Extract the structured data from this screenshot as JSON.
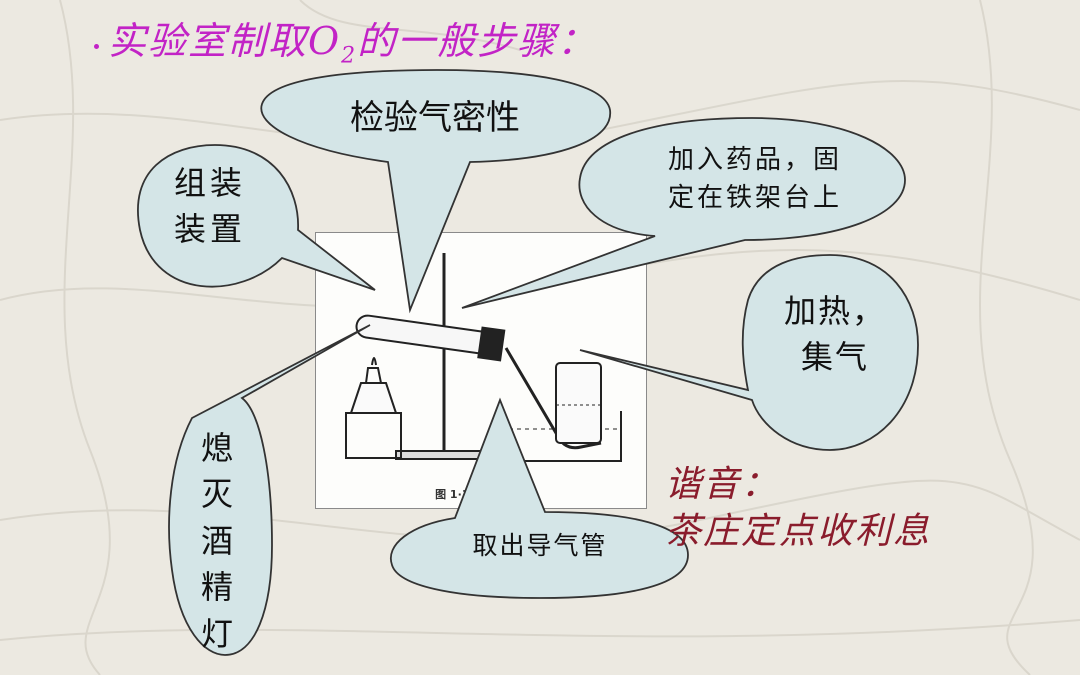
{
  "title": {
    "main": "实验室制取O",
    "subscript": "2",
    "rest": "的一般步骤："
  },
  "steps": {
    "check_airtightness": "检验气密性",
    "assemble_apparatus": "组装\n装置",
    "load_and_fix": "加入药品，固\n定在铁架台上",
    "heat_and_collect": "加热，\n集气",
    "remove_tube": "取出导气管",
    "extinguish_lamp": "熄\n灭\n酒\n精\n灯"
  },
  "figure": {
    "caption": "图 1·10  制取氧气"
  },
  "mnemonic": {
    "label": "谐音：",
    "phrase": "茶庄定点收利息"
  },
  "colors": {
    "title": "#c223c6",
    "mnemonic": "#8a1c2c",
    "bubble_fill": "#d4e5e7",
    "bubble_stroke": "#333333",
    "background": "#ece9e1"
  }
}
